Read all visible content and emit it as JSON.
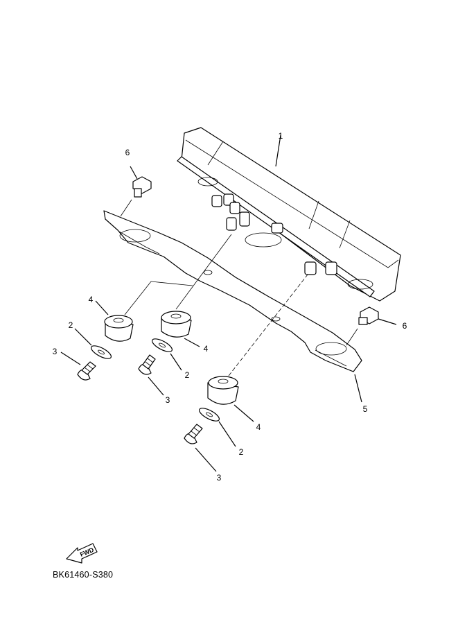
{
  "diagram": {
    "callouts": {
      "meter_assembly": "1",
      "washer_left": "2",
      "washer_middle": "2",
      "washer_right": "2",
      "screw_left": "3",
      "screw_middle": "3",
      "screw_right": "3",
      "damper_left": "4",
      "damper_middle": "4",
      "damper_right": "4",
      "bracket": "5",
      "bolt_left": "6",
      "bolt_right": "6"
    },
    "fwd_label": "FWD",
    "drawing_code": "BK61460-S380"
  }
}
